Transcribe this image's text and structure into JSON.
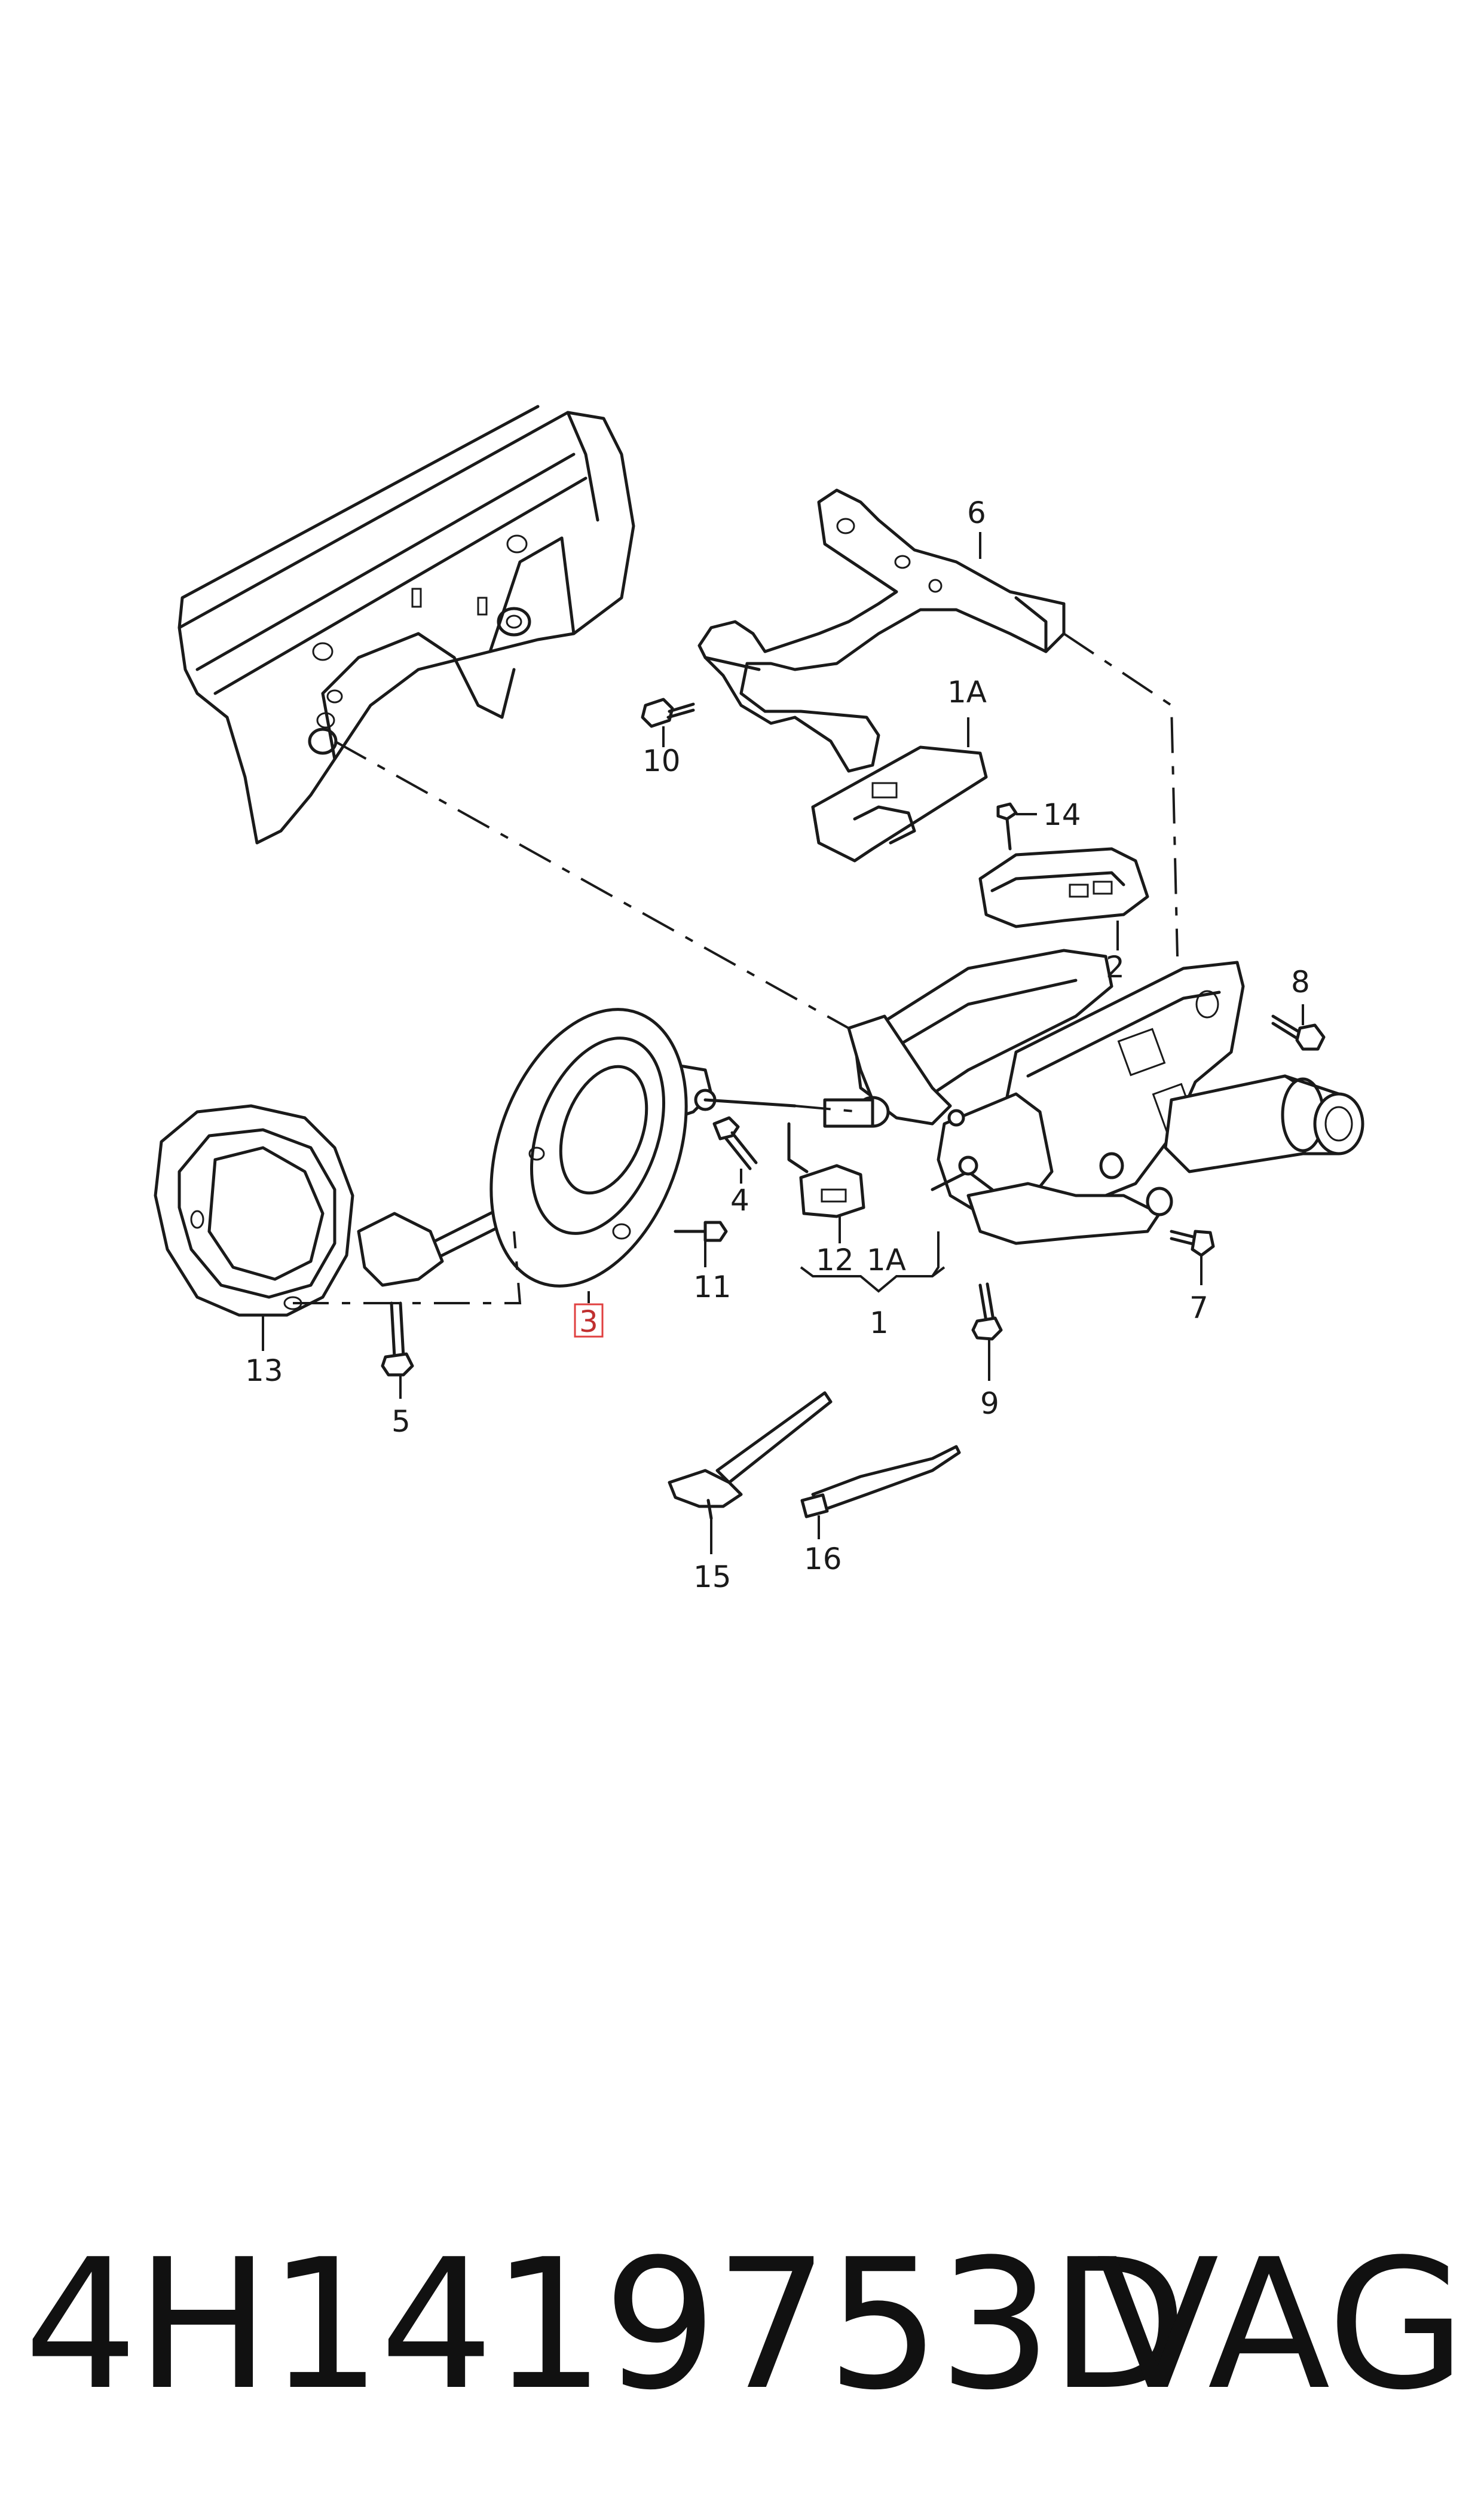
{
  "diagram": {
    "callouts": [
      {
        "id": "c6",
        "label": "6"
      },
      {
        "id": "c1A-top",
        "label": "1A"
      },
      {
        "id": "c10",
        "label": "10"
      },
      {
        "id": "c14",
        "label": "14"
      },
      {
        "id": "c2",
        "label": "2"
      },
      {
        "id": "c8",
        "label": "8"
      },
      {
        "id": "c4",
        "label": "4"
      },
      {
        "id": "c12",
        "label": "12"
      },
      {
        "id": "c1A-bottom",
        "label": "1A"
      },
      {
        "id": "c1",
        "label": "1"
      },
      {
        "id": "c11",
        "label": "11"
      },
      {
        "id": "c3",
        "label": "3",
        "highlighted": true
      },
      {
        "id": "c13",
        "label": "13"
      },
      {
        "id": "c5",
        "label": "5"
      },
      {
        "id": "c7",
        "label": "7"
      },
      {
        "id": "c9",
        "label": "9"
      },
      {
        "id": "c15",
        "label": "15"
      },
      {
        "id": "c16",
        "label": "16"
      }
    ],
    "highlight_color": "#e04040"
  },
  "footer": {
    "part_number": "4H1419753D",
    "brand": "VAG"
  }
}
